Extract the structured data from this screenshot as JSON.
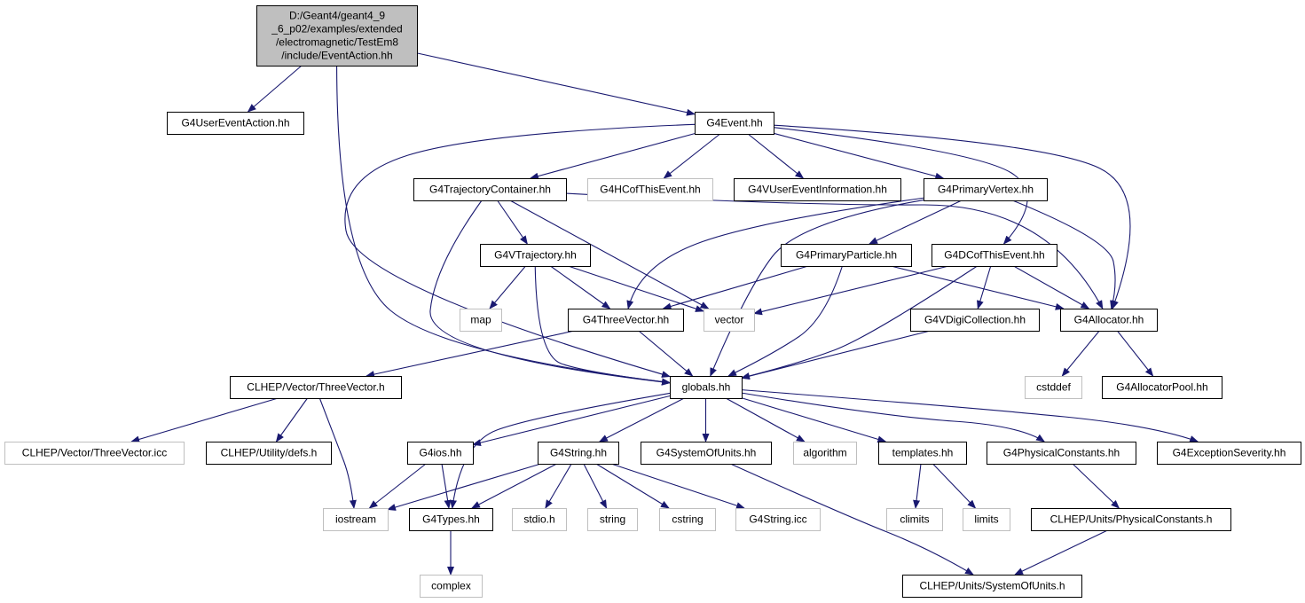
{
  "graph": {
    "edge_color": "#191970",
    "root_fill": "#bfbfbf",
    "nodes": [
      {
        "id": "root",
        "lines": [
          "D:/Geant4/geant4_9",
          "_6_p02/examples/extended",
          "/electromagnetic/TestEm8",
          "/include/EventAction.hh"
        ],
        "kind": "root"
      },
      {
        "id": "G4UserEventAction",
        "lines": [
          "G4UserEventAction.hh"
        ],
        "kind": "file"
      },
      {
        "id": "G4Event",
        "lines": [
          "G4Event.hh"
        ],
        "kind": "file"
      },
      {
        "id": "G4TrajectoryContainer",
        "lines": [
          "G4TrajectoryContainer.hh"
        ],
        "kind": "file"
      },
      {
        "id": "G4HCofThisEvent",
        "lines": [
          "G4HCofThisEvent.hh"
        ],
        "kind": "system"
      },
      {
        "id": "G4VUserEventInformation",
        "lines": [
          "G4VUserEventInformation.hh"
        ],
        "kind": "file"
      },
      {
        "id": "G4PrimaryVertex",
        "lines": [
          "G4PrimaryVertex.hh"
        ],
        "kind": "file"
      },
      {
        "id": "G4VTrajectory",
        "lines": [
          "G4VTrajectory.hh"
        ],
        "kind": "file"
      },
      {
        "id": "G4PrimaryParticle",
        "lines": [
          "G4PrimaryParticle.hh"
        ],
        "kind": "file"
      },
      {
        "id": "G4DCofThisEvent",
        "lines": [
          "G4DCofThisEvent.hh"
        ],
        "kind": "file"
      },
      {
        "id": "map",
        "lines": [
          "map"
        ],
        "kind": "system"
      },
      {
        "id": "G4ThreeVector",
        "lines": [
          "G4ThreeVector.hh"
        ],
        "kind": "file"
      },
      {
        "id": "vector",
        "lines": [
          "vector"
        ],
        "kind": "system"
      },
      {
        "id": "G4VDigiCollection",
        "lines": [
          "G4VDigiCollection.hh"
        ],
        "kind": "file"
      },
      {
        "id": "G4Allocator",
        "lines": [
          "G4Allocator.hh"
        ],
        "kind": "file"
      },
      {
        "id": "CLHEP_ThreeVector",
        "lines": [
          "CLHEP/Vector/ThreeVector.h"
        ],
        "kind": "file"
      },
      {
        "id": "globals",
        "lines": [
          "globals.hh"
        ],
        "kind": "file"
      },
      {
        "id": "cstddef",
        "lines": [
          "cstddef"
        ],
        "kind": "system"
      },
      {
        "id": "G4AllocatorPool",
        "lines": [
          "G4AllocatorPool.hh"
        ],
        "kind": "file"
      },
      {
        "id": "CLHEP_ThreeVector_icc",
        "lines": [
          "CLHEP/Vector/ThreeVector.icc"
        ],
        "kind": "system"
      },
      {
        "id": "CLHEP_defs",
        "lines": [
          "CLHEP/Utility/defs.h"
        ],
        "kind": "file"
      },
      {
        "id": "G4ios",
        "lines": [
          "G4ios.hh"
        ],
        "kind": "file"
      },
      {
        "id": "G4String",
        "lines": [
          "G4String.hh"
        ],
        "kind": "file"
      },
      {
        "id": "G4SystemOfUnits",
        "lines": [
          "G4SystemOfUnits.hh"
        ],
        "kind": "file"
      },
      {
        "id": "algorithm",
        "lines": [
          "algorithm"
        ],
        "kind": "system"
      },
      {
        "id": "templates",
        "lines": [
          "templates.hh"
        ],
        "kind": "file"
      },
      {
        "id": "G4PhysicalConstants",
        "lines": [
          "G4PhysicalConstants.hh"
        ],
        "kind": "file"
      },
      {
        "id": "G4ExceptionSeverity",
        "lines": [
          "G4ExceptionSeverity.hh"
        ],
        "kind": "file"
      },
      {
        "id": "iostream",
        "lines": [
          "iostream"
        ],
        "kind": "system"
      },
      {
        "id": "G4Types",
        "lines": [
          "G4Types.hh"
        ],
        "kind": "file"
      },
      {
        "id": "stdio",
        "lines": [
          "stdio.h"
        ],
        "kind": "system"
      },
      {
        "id": "string",
        "lines": [
          "string"
        ],
        "kind": "system"
      },
      {
        "id": "cstring",
        "lines": [
          "cstring"
        ],
        "kind": "system"
      },
      {
        "id": "G4String_icc",
        "lines": [
          "G4String.icc"
        ],
        "kind": "system"
      },
      {
        "id": "climits",
        "lines": [
          "climits"
        ],
        "kind": "system"
      },
      {
        "id": "limits",
        "lines": [
          "limits"
        ],
        "kind": "system"
      },
      {
        "id": "CLHEP_PhysicalConstants",
        "lines": [
          "CLHEP/Units/PhysicalConstants.h"
        ],
        "kind": "file"
      },
      {
        "id": "complex",
        "lines": [
          "complex"
        ],
        "kind": "system"
      },
      {
        "id": "CLHEP_SystemOfUnits",
        "lines": [
          "CLHEP/Units/SystemOfUnits.h"
        ],
        "kind": "file"
      }
    ],
    "edges": [
      [
        "root",
        "G4UserEventAction"
      ],
      [
        "root",
        "G4Event"
      ],
      [
        "root",
        "globals"
      ],
      [
        "G4Event",
        "G4TrajectoryContainer"
      ],
      [
        "G4Event",
        "G4HCofThisEvent"
      ],
      [
        "G4Event",
        "G4VUserEventInformation"
      ],
      [
        "G4Event",
        "G4PrimaryVertex"
      ],
      [
        "G4Event",
        "G4DCofThisEvent"
      ],
      [
        "G4Event",
        "G4Allocator"
      ],
      [
        "G4Event",
        "globals"
      ],
      [
        "G4TrajectoryContainer",
        "G4VTrajectory"
      ],
      [
        "G4TrajectoryContainer",
        "vector"
      ],
      [
        "G4TrajectoryContainer",
        "globals"
      ],
      [
        "G4TrajectoryContainer",
        "G4Allocator"
      ],
      [
        "G4PrimaryVertex",
        "G4PrimaryParticle"
      ],
      [
        "G4PrimaryVertex",
        "G4ThreeVector"
      ],
      [
        "G4PrimaryVertex",
        "globals"
      ],
      [
        "G4PrimaryVertex",
        "G4Allocator"
      ],
      [
        "G4VTrajectory",
        "map"
      ],
      [
        "G4VTrajectory",
        "G4ThreeVector"
      ],
      [
        "G4VTrajectory",
        "vector"
      ],
      [
        "G4VTrajectory",
        "globals"
      ],
      [
        "G4PrimaryParticle",
        "G4ThreeVector"
      ],
      [
        "G4PrimaryParticle",
        "globals"
      ],
      [
        "G4PrimaryParticle",
        "G4Allocator"
      ],
      [
        "G4DCofThisEvent",
        "vector"
      ],
      [
        "G4DCofThisEvent",
        "G4VDigiCollection"
      ],
      [
        "G4DCofThisEvent",
        "G4Allocator"
      ],
      [
        "G4DCofThisEvent",
        "globals"
      ],
      [
        "G4ThreeVector",
        "CLHEP_ThreeVector"
      ],
      [
        "G4ThreeVector",
        "globals"
      ],
      [
        "G4VDigiCollection",
        "globals"
      ],
      [
        "G4Allocator",
        "cstddef"
      ],
      [
        "G4Allocator",
        "G4AllocatorPool"
      ],
      [
        "CLHEP_ThreeVector",
        "CLHEP_ThreeVector_icc"
      ],
      [
        "CLHEP_ThreeVector",
        "CLHEP_defs"
      ],
      [
        "CLHEP_ThreeVector",
        "iostream"
      ],
      [
        "globals",
        "G4ios"
      ],
      [
        "globals",
        "G4String"
      ],
      [
        "globals",
        "G4SystemOfUnits"
      ],
      [
        "globals",
        "algorithm"
      ],
      [
        "globals",
        "templates"
      ],
      [
        "globals",
        "G4PhysicalConstants"
      ],
      [
        "globals",
        "G4ExceptionSeverity"
      ],
      [
        "globals",
        "G4Types"
      ],
      [
        "G4ios",
        "iostream"
      ],
      [
        "G4ios",
        "G4Types"
      ],
      [
        "G4String",
        "iostream"
      ],
      [
        "G4String",
        "G4Types"
      ],
      [
        "G4String",
        "stdio"
      ],
      [
        "G4String",
        "string"
      ],
      [
        "G4String",
        "cstring"
      ],
      [
        "G4String",
        "G4String_icc"
      ],
      [
        "G4SystemOfUnits",
        "CLHEP_SystemOfUnits"
      ],
      [
        "templates",
        "climits"
      ],
      [
        "templates",
        "limits"
      ],
      [
        "G4PhysicalConstants",
        "CLHEP_PhysicalConstants"
      ],
      [
        "CLHEP_PhysicalConstants",
        "CLHEP_SystemOfUnits"
      ],
      [
        "G4Types",
        "complex"
      ]
    ]
  }
}
